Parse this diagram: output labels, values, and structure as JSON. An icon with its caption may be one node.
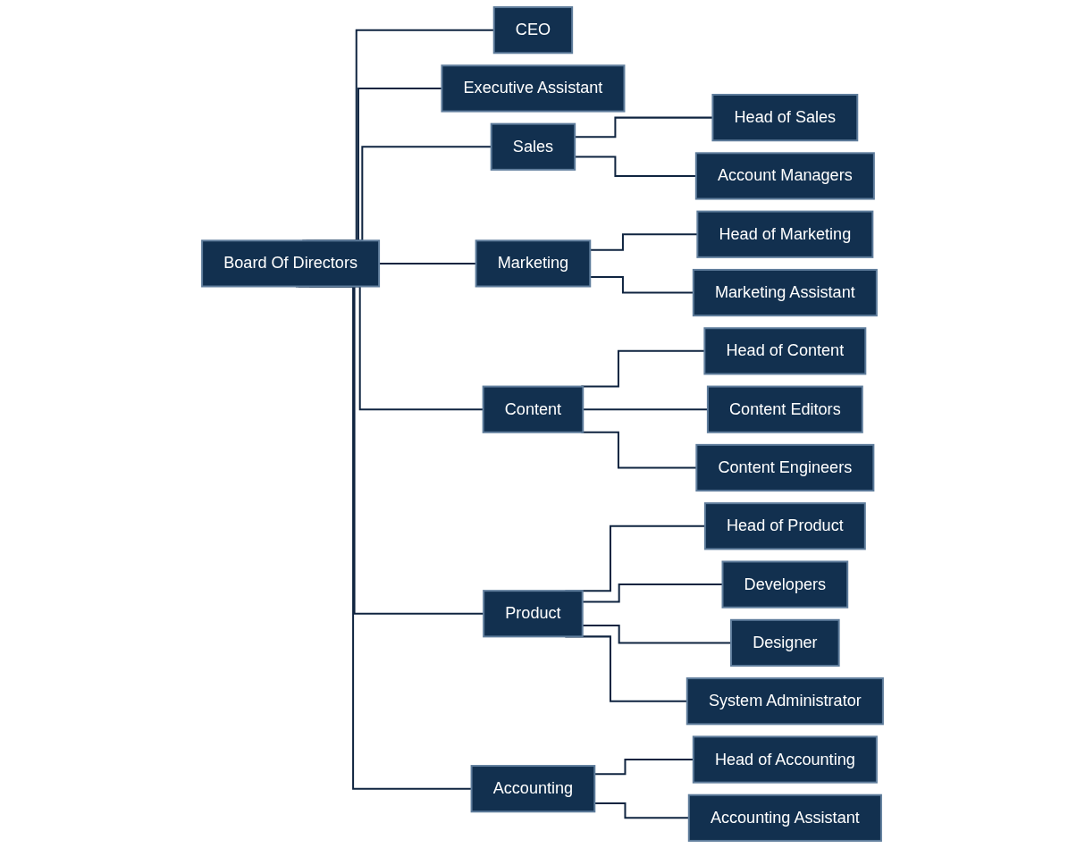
{
  "diagram": {
    "nodes": [
      {
        "text": [
          "Board Of Directors"
        ]
      },
      {
        "text": [
          "CEO"
        ]
      },
      {
        "text": [
          "Executive Assistant"
        ]
      },
      {
        "text": [
          "Sales"
        ]
      },
      {
        "text": [
          "Marketing"
        ]
      },
      {
        "text": [
          "Content"
        ]
      },
      {
        "text": [
          "Product"
        ]
      },
      {
        "text": [
          "Accounting"
        ]
      },
      {
        "text": [
          "Head of Sales"
        ]
      },
      {
        "text": [
          "Account Managers"
        ]
      },
      {
        "text": [
          "Head of Marketing"
        ]
      },
      {
        "text": [
          "Marketing Assistant"
        ]
      },
      {
        "text": [
          "Head of Content"
        ]
      },
      {
        "text": [
          "Content Editors"
        ]
      },
      {
        "text": [
          "Content Engineers"
        ]
      },
      {
        "text": [
          "Head of Product"
        ]
      },
      {
        "text": [
          "Developers"
        ]
      },
      {
        "text": [
          "Designer"
        ]
      },
      {
        "text": [
          "System Administrator"
        ]
      },
      {
        "text": [
          "Head of Accounting"
        ]
      },
      {
        "text": [
          "Accounting Assistant"
        ]
      }
    ],
    "edges": [
      {
        "from": 0,
        "to": 1,
        "arrow": "none"
      },
      {
        "from": 0,
        "to": 2,
        "arrow": "none"
      },
      {
        "from": 0,
        "to": 3,
        "arrow": "none"
      },
      {
        "from": 0,
        "to": 4,
        "arrow": "none"
      },
      {
        "from": 0,
        "to": 5,
        "arrow": "none"
      },
      {
        "from": 0,
        "to": 6,
        "arrow": "none"
      },
      {
        "from": 0,
        "to": 7,
        "arrow": "none"
      },
      {
        "from": 3,
        "to": 8,
        "arrow": "none"
      },
      {
        "from": 3,
        "to": 9,
        "arrow": "none"
      },
      {
        "from": 4,
        "to": 10,
        "arrow": "none"
      },
      {
        "from": 4,
        "to": 11,
        "arrow": "none"
      },
      {
        "from": 5,
        "to": 12,
        "arrow": "none"
      },
      {
        "from": 5,
        "to": 13,
        "arrow": "none"
      },
      {
        "from": 5,
        "to": 14,
        "arrow": "none"
      },
      {
        "from": 6,
        "to": 15,
        "arrow": "none"
      },
      {
        "from": 6,
        "to": 16,
        "arrow": "none"
      },
      {
        "from": 6,
        "to": 17,
        "arrow": "none"
      },
      {
        "from": 6,
        "to": 18,
        "arrow": "none"
      },
      {
        "from": 7,
        "to": 19,
        "arrow": "none"
      },
      {
        "from": 7,
        "to": 20,
        "arrow": "none"
      }
    ]
  }
}
